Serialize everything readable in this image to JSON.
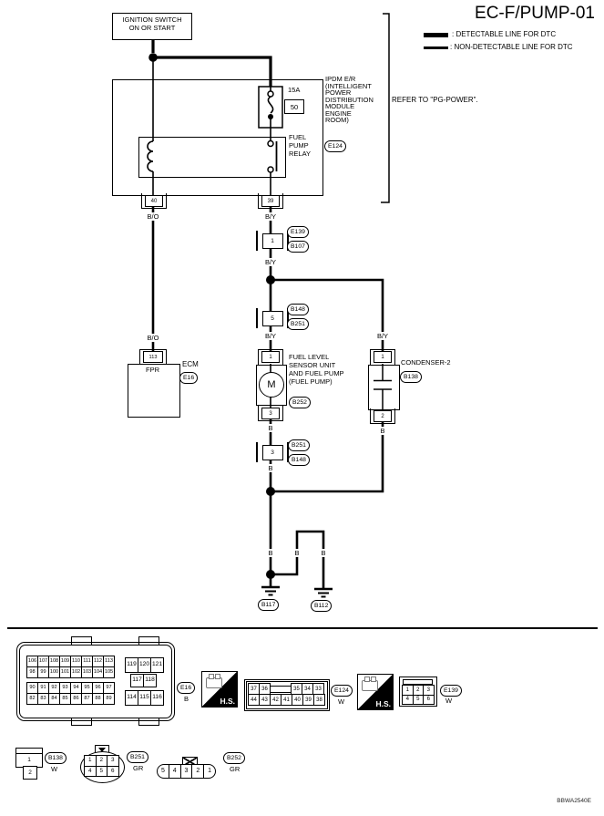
{
  "title": "EC-F/PUMP-01",
  "legend": {
    "detectable": ": DETECTABLE LINE FOR DTC",
    "non_detectable": ": NON-DETECTABLE LINE FOR DTC"
  },
  "ignition": {
    "line1": "IGNITION SWITCH",
    "line2": "ON OR START"
  },
  "ipdm": {
    "name": [
      "IPDM E/R",
      "(INTELLIGENT",
      "POWER",
      "DISTRIBUTION",
      "MODULE",
      "ENGINE",
      "ROOM)"
    ],
    "connector": "E124",
    "refer": "REFER TO \"PG-POWER\"."
  },
  "fuse": {
    "rating": "15A",
    "number": "50"
  },
  "relay": {
    "name": [
      "FUEL",
      "PUMP",
      "RELAY"
    ]
  },
  "terminals": {
    "t40": "40",
    "t39": "39",
    "t113": "113",
    "pump_in": "1",
    "pump_out": "3",
    "cond_in": "1",
    "cond_out": "2"
  },
  "inline_connectors": {
    "c1": {
      "pin": "1",
      "top": "E139",
      "bottom": "B107"
    },
    "c5": {
      "pin": "5",
      "top": "B148",
      "bottom": "B251"
    },
    "c3": {
      "pin": "3",
      "top": "B251",
      "bottom": "B148"
    }
  },
  "wire_labels": {
    "bo_top": "B/O",
    "by_top": "B/Y",
    "by_mid": "B/Y",
    "bo_low": "B/O",
    "by_low": "B/Y",
    "by_cond": "B/Y",
    "b_pump": "B",
    "b_mid": "B",
    "b_cond": "B",
    "b_g1": "B",
    "b_g2": "B",
    "b_g3": "B"
  },
  "ecm": {
    "name": "ECM",
    "terminal_label": "FPR",
    "connector": "E16"
  },
  "pump": {
    "name": [
      "FUEL LEVEL",
      "SENSOR UNIT",
      "AND FUEL PUMP",
      "(FUEL PUMP)"
    ],
    "connector": "B252",
    "motor": "M"
  },
  "condenser": {
    "name": "CONDENSER-2",
    "connector": "B138"
  },
  "grounds": {
    "g1": "B117",
    "g2": "B112"
  },
  "connector_views": {
    "hs_label": "H.S.",
    "e16": {
      "id": "E16",
      "color": "B",
      "tl": [
        [
          "106",
          "107",
          "108",
          "109",
          "110",
          "111",
          "112",
          "113"
        ],
        [
          "98",
          "99",
          "100",
          "101",
          "102",
          "103",
          "104",
          "105"
        ]
      ],
      "bl": [
        [
          "90",
          "91",
          "92",
          "93",
          "94",
          "95",
          "96",
          "97"
        ],
        [
          "82",
          "83",
          "84",
          "85",
          "86",
          "87",
          "88",
          "89"
        ]
      ],
      "right": [
        [
          "119",
          "120",
          "121"
        ],
        [
          "117",
          "118"
        ],
        [
          "114",
          "115",
          "116"
        ]
      ]
    },
    "e124": {
      "id": "E124",
      "color": "W",
      "rows": [
        [
          "37",
          "36",
          "",
          "35",
          "34",
          "33"
        ],
        [
          "44",
          "43",
          "42",
          "41",
          "40",
          "39",
          "38"
        ]
      ]
    },
    "e139": {
      "id": "E139",
      "color": "W",
      "rows": [
        [
          "1",
          "2",
          "3"
        ],
        [
          "4",
          "5",
          "6"
        ]
      ]
    },
    "b138": {
      "id": "B138",
      "color": "W",
      "pins": [
        "1",
        "2"
      ]
    },
    "b251": {
      "id": "B251",
      "color": "GR",
      "rows": [
        [
          "1",
          "2",
          "3"
        ],
        [
          "4",
          "5",
          "6"
        ]
      ]
    },
    "b252": {
      "id": "B252",
      "color": "GR",
      "pins": [
        "5",
        "4",
        "3",
        "2",
        "1"
      ]
    }
  },
  "footer": {
    "code": "BBWA2540E"
  },
  "colors": {
    "line": "#000000",
    "background": "#ffffff"
  }
}
